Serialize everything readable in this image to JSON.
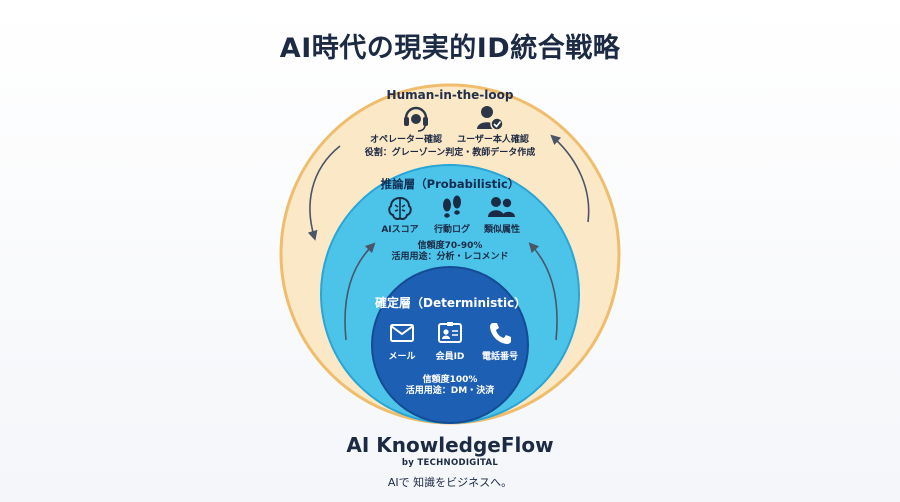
{
  "title": "AI時代の現実的ID統合戦略",
  "outer": {
    "title": "Human-in-the-loop",
    "items": [
      {
        "label": "オペレーター確認",
        "icon": "headset-icon"
      },
      {
        "label": "ユーザー本人確認",
        "icon": "user-check-icon"
      }
    ],
    "role": "役割：グレーゾーン判定・教師データ作成"
  },
  "middle": {
    "title": "推論層（Probabilistic）",
    "items": [
      {
        "label": "AIスコア",
        "icon": "brain-icon"
      },
      {
        "label": "行動ログ",
        "icon": "footprints-icon"
      },
      {
        "label": "類似属性",
        "icon": "people-icon"
      }
    ],
    "reliability": "信頼度70-90%",
    "usage": "活用用途：分析・レコメンド"
  },
  "inner": {
    "title": "確定層（Deterministic）",
    "items": [
      {
        "label": "メール",
        "icon": "mail-icon"
      },
      {
        "label": "会員ID",
        "icon": "id-card-icon"
      },
      {
        "label": "電話番号",
        "icon": "phone-icon"
      }
    ],
    "reliability": "信頼度100%",
    "usage": "活用用途：DM・決済"
  },
  "colors": {
    "outer_fill": "#fbe8c6",
    "outer_stroke": "#efbd6c",
    "middle_fill": "#4cc4ea",
    "middle_stroke": "#2aa5d6",
    "inner_fill": "#1d5fb3",
    "inner_stroke": "#154b93",
    "arrow": "#4a5568"
  },
  "brand": {
    "name": "AI KnowledgeFlow",
    "byline": "by TECHNODIGITAL",
    "tagline": "AIで 知識をビジネスへ。"
  }
}
